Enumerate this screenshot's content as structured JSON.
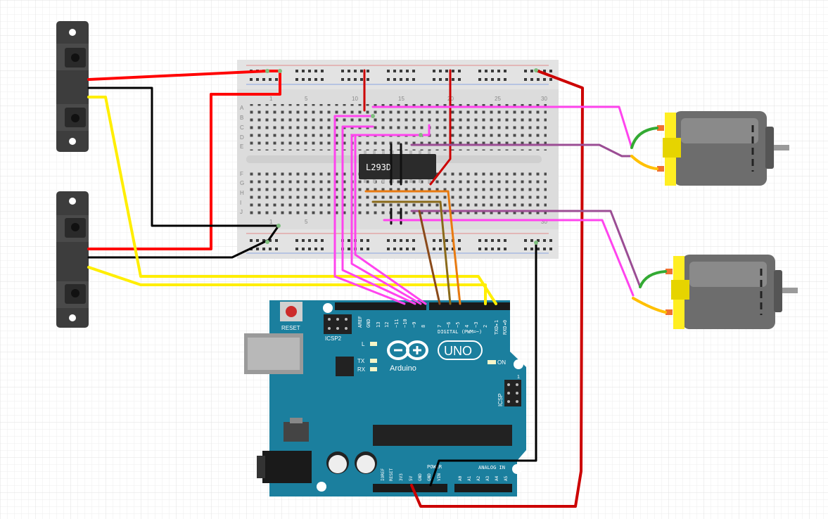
{
  "breadboard": {
    "row_letters_top": [
      "A",
      "B",
      "C",
      "D",
      "E"
    ],
    "row_letters_bottom": [
      "F",
      "G",
      "H",
      "I",
      "J"
    ],
    "col_labels": [
      "1",
      "5",
      "10",
      "15",
      "20",
      "25",
      "30"
    ]
  },
  "ic": {
    "label": "L293D"
  },
  "arduino": {
    "reset_label": "RESET",
    "icsp2_label": "ICSP2",
    "icsp_label": "ICSP",
    "icsp_pin1": "1",
    "l_label": "L",
    "tx_label": "TX",
    "rx_label": "RX",
    "on_label": "ON",
    "uno_label": "UNO",
    "brand_label": "Arduino",
    "digital_label": "DIGITAL (PWM=~)",
    "analog_label": "ANALOG IN",
    "power_label": "POWER",
    "digital_pins": [
      "AREF",
      "GND",
      "13",
      "12",
      "~11",
      "~10",
      "~9",
      "8",
      "7",
      "~6",
      "~5",
      "4",
      "~3",
      "2",
      "TXD▸1",
      "RXD◂0"
    ],
    "power_pins": [
      "IOREF",
      "RESET",
      "3V3",
      "5V",
      "GND",
      "GND",
      "VIN"
    ],
    "analog_pins": [
      "A0",
      "A1",
      "A2",
      "A3",
      "A4",
      "A5"
    ]
  },
  "colors": {
    "grid": "#e8e8e8",
    "board": "#1b7f9e",
    "breadboard": "#dddddd",
    "red_wire": "#ff0000",
    "dark_red_wire": "#cc0000",
    "black_wire": "#000000",
    "yellow_wire": "#ffee00",
    "magenta_wire": "#ff44ee",
    "purple_wire": "#9b4d94",
    "brown_wire": "#8a4a1a",
    "olive_wire": "#8a6a1a",
    "orange_wire": "#e87a10",
    "motor_yellow": "#ffee22",
    "motor_body": "#7a7a7a"
  },
  "icons": [
    "ir-sensor-icon",
    "dc-motor-icon",
    "arduino-logo-icon",
    "l293d-chip-icon"
  ]
}
